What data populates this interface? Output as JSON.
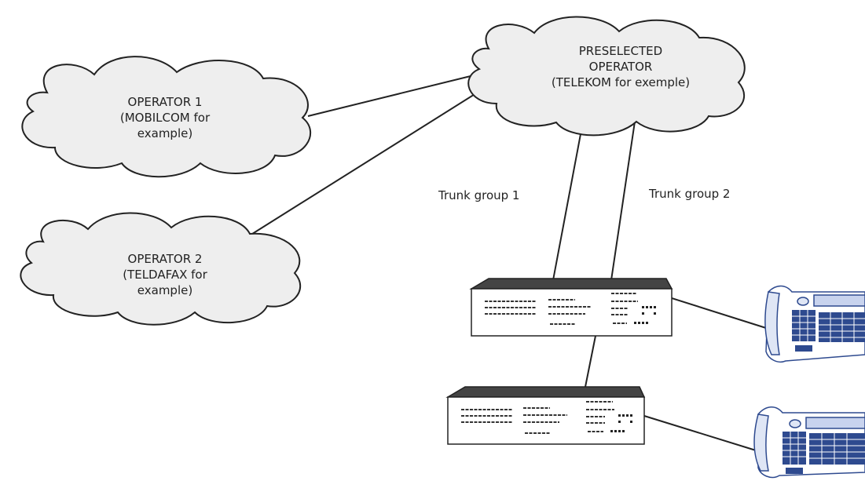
{
  "clouds": {
    "operator1": [
      "OPERATOR 1",
      "(MOBILCOM for",
      "example)"
    ],
    "operator2": [
      "OPERATOR 2",
      "(TELDAFAX for",
      "example)"
    ],
    "preselected": [
      "PRESELECTED",
      "OPERATOR",
      "(TELEKOM for exemple)"
    ]
  },
  "trunks": {
    "group1": "Trunk group 1",
    "group2": "Trunk group 2"
  },
  "colors": {
    "cloud_fill": "#eeeeee",
    "outline": "#222222",
    "phone": "#2e4a8f"
  }
}
